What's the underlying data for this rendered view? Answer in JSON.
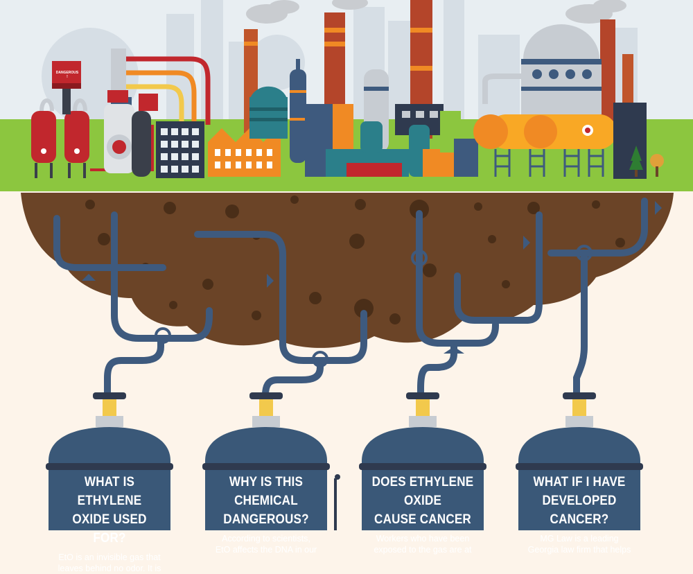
{
  "sign": {
    "label": "DANGEROUS !"
  },
  "colors": {
    "sky": "#e8eef2",
    "grass": "#8cc63f",
    "soil": "#6b4427",
    "pipe": "#3e5a7e",
    "tank": "#3a5878",
    "valve": "#f2c94c",
    "orange": "#f08a24",
    "red_building": "#c1272d",
    "teal": "#2b7f8a",
    "background": "#fdf4ea"
  },
  "cards": [
    {
      "title_line1": "WHAT IS ETHYLENE",
      "title_line2": "OXIDE USED FOR?",
      "body_line1": "EtO is an invisible gas that",
      "body_line2": "leaves behind no odor. It is"
    },
    {
      "title_line1": "WHY IS THIS CHEMICAL",
      "title_line2": "DANGEROUS?",
      "body_line1": "According to scientists,",
      "body_line2": "EtO affects the DNA in our"
    },
    {
      "title_line1": "DOES ETHYLENE OXIDE",
      "title_line2": "CAUSE CANCER",
      "body_line1": "Workers who have been",
      "body_line2": "exposed to the gas are at"
    },
    {
      "title_line1": "WHAT IF I HAVE",
      "title_line2": "DEVELOPED CANCER?",
      "body_line1": "MG Law is a leading",
      "body_line2": "Georgia law firm that helps"
    }
  ]
}
